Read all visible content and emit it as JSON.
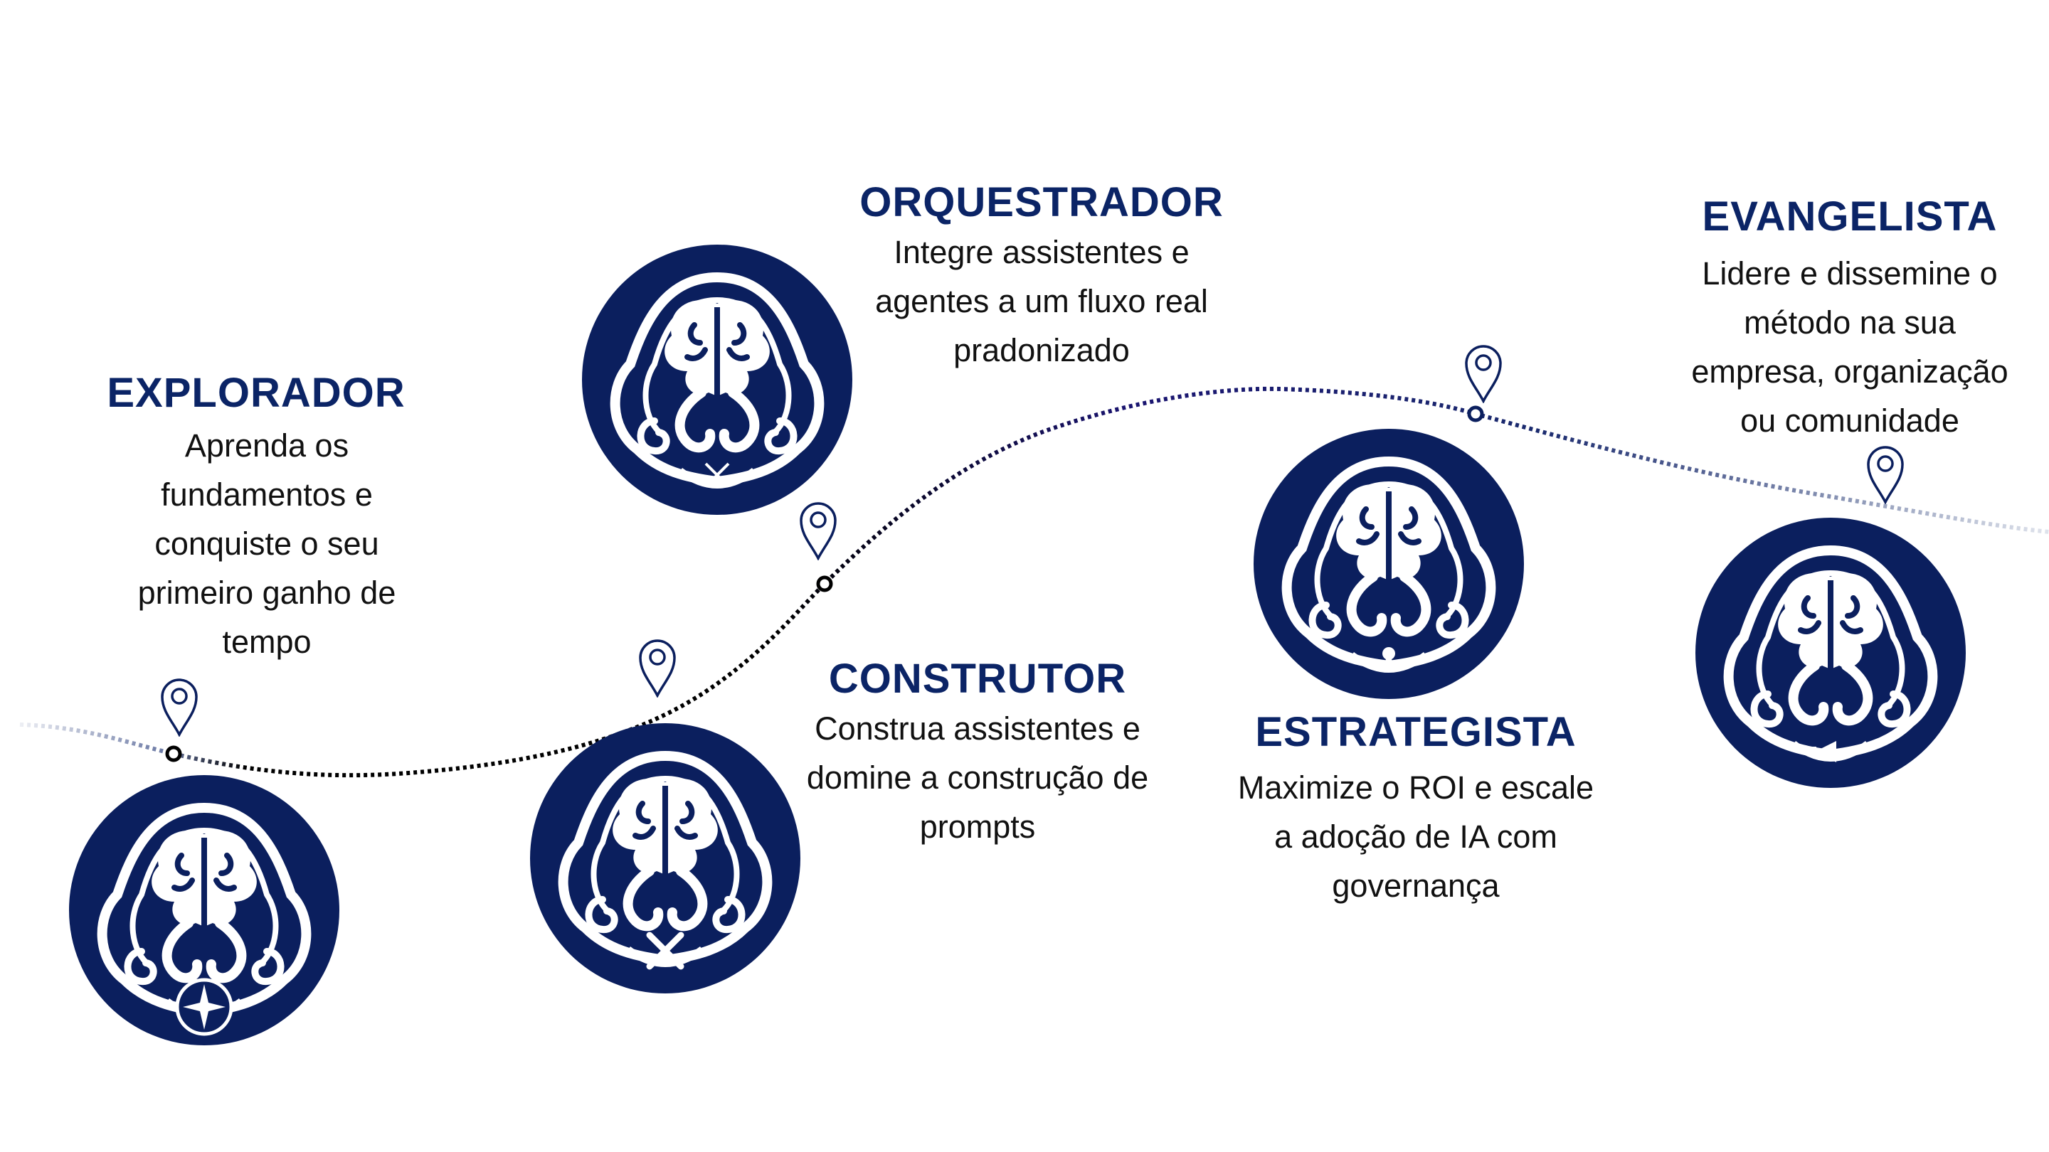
{
  "colors": {
    "navy": "#0b1f5e",
    "title": "#0b2466",
    "text": "#111111",
    "path_mid": "#1a1470"
  },
  "stages": [
    {
      "id": "explorador",
      "title": "EXPLORADOR",
      "lines": [
        "Aprenda os",
        "fundamentos e",
        "conquiste o seu",
        "primeiro ganho de",
        "tempo"
      ],
      "emblem_icon": "compass-icon"
    },
    {
      "id": "construtor",
      "title": "CONSTRUTOR",
      "lines": [
        "Construa assistentes e",
        "domine a construção de",
        "prompts"
      ],
      "emblem_icon": "wrench-icon"
    },
    {
      "id": "orquestrador",
      "title": "ORQUESTRADOR",
      "lines": [
        "Integre assistentes e",
        "agentes a um fluxo real",
        "pradonizado"
      ],
      "emblem_icon": "baton-icon"
    },
    {
      "id": "estrategista",
      "title": "ESTRATEGISTA",
      "lines": [
        "Maximize o ROI e escale",
        "a adoção de IA com",
        "governança"
      ],
      "emblem_icon": "chess-icon"
    },
    {
      "id": "evangelista",
      "title": "EVANGELISTA",
      "lines": [
        "Lidere e dissemine o",
        "método na sua",
        "empresa, organização",
        "ou comunidade"
      ],
      "emblem_icon": "megaphone-icon"
    }
  ]
}
